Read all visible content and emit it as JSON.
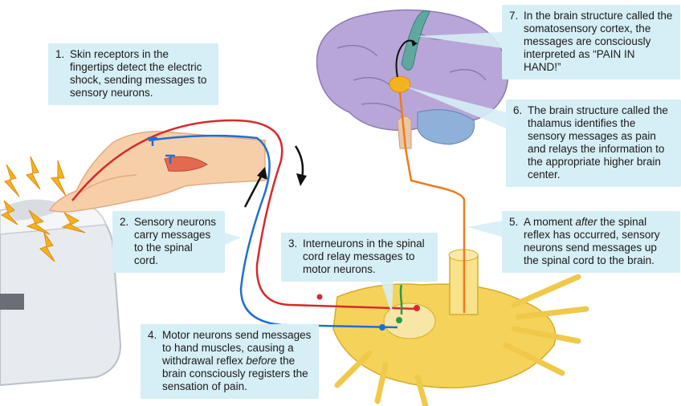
{
  "callouts": [
    {
      "num": "1.",
      "text": "Skin receptors in the fingertips detect the electric shock, sending messages to sensory neurons."
    },
    {
      "num": "2.",
      "text": "Sensory neurons carry messages to the spinal cord."
    },
    {
      "num": "3.",
      "text": "Interneurons in the spinal cord relay messages to motor neurons."
    },
    {
      "num": "4.",
      "text_before": "",
      "text_italic": "",
      "text": "Motor neurons send messages to hand muscles, causing a withdrawal reflex",
      "italic": "before",
      "text_after": "the brain consciously registers the sensation of pain."
    },
    {
      "num": "5.",
      "text": "A moment",
      "italic": "after",
      "text_after": "the spinal reflex has occurred, sensory neurons send messages up the spinal cord to the brain."
    },
    {
      "num": "6.",
      "text": "The brain structure called the thalamus identifies the sensory messages as pain and relays the information to the appropriate higher brain center."
    },
    {
      "num": "7.",
      "text": "In the brain structure called the somatosensory cortex, the messages are consciously interpreted as “PAIN IN HAND!”"
    }
  ],
  "colors": {
    "callout_bg": "#d6eef5",
    "sensory_neuron": "#d62a2a",
    "motor_neuron": "#1f6fd1",
    "ascending_path": "#f07a1a",
    "spinal_cord": "#f5d35a",
    "brain": "#b8a6d9",
    "cortex_highlight": "#5fa8a0",
    "shock": "#f5b21f"
  },
  "icons": [
    "hand-illustration",
    "toaster-illustration",
    "brain-illustration",
    "spinal-cord-illustration",
    "electric-shock-icon",
    "arrow-up-icon",
    "arrow-down-icon"
  ]
}
